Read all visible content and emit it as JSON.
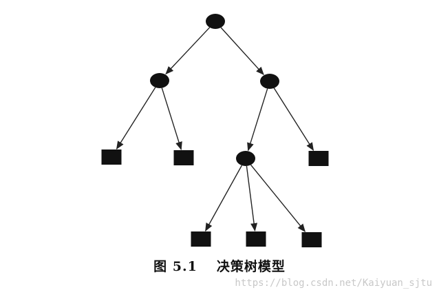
{
  "figure": {
    "label": "图 5.1",
    "title": "决策树模型"
  },
  "watermark": "https://blog.csdn.net/Kaiyuan_sjtu",
  "diagram": {
    "nodes": [
      {
        "id": "root",
        "kind": "internal"
      },
      {
        "id": "left-child",
        "kind": "internal"
      },
      {
        "id": "right-child",
        "kind": "internal"
      },
      {
        "id": "left-leaf-1",
        "kind": "leaf"
      },
      {
        "id": "left-leaf-2",
        "kind": "leaf"
      },
      {
        "id": "grandchild",
        "kind": "internal"
      },
      {
        "id": "right-leaf",
        "kind": "leaf"
      },
      {
        "id": "bottom-leaf-1",
        "kind": "leaf"
      },
      {
        "id": "bottom-leaf-2",
        "kind": "leaf"
      },
      {
        "id": "bottom-leaf-3",
        "kind": "leaf"
      }
    ],
    "edges": [
      {
        "from": "root",
        "to": "left-child"
      },
      {
        "from": "root",
        "to": "right-child"
      },
      {
        "from": "left-child",
        "to": "left-leaf-1"
      },
      {
        "from": "left-child",
        "to": "left-leaf-2"
      },
      {
        "from": "right-child",
        "to": "grandchild"
      },
      {
        "from": "right-child",
        "to": "right-leaf"
      },
      {
        "from": "grandchild",
        "to": "bottom-leaf-1"
      },
      {
        "from": "grandchild",
        "to": "bottom-leaf-2"
      },
      {
        "from": "grandchild",
        "to": "bottom-leaf-3"
      }
    ],
    "colors": {
      "node": "#111111",
      "edge": "#222222"
    }
  }
}
